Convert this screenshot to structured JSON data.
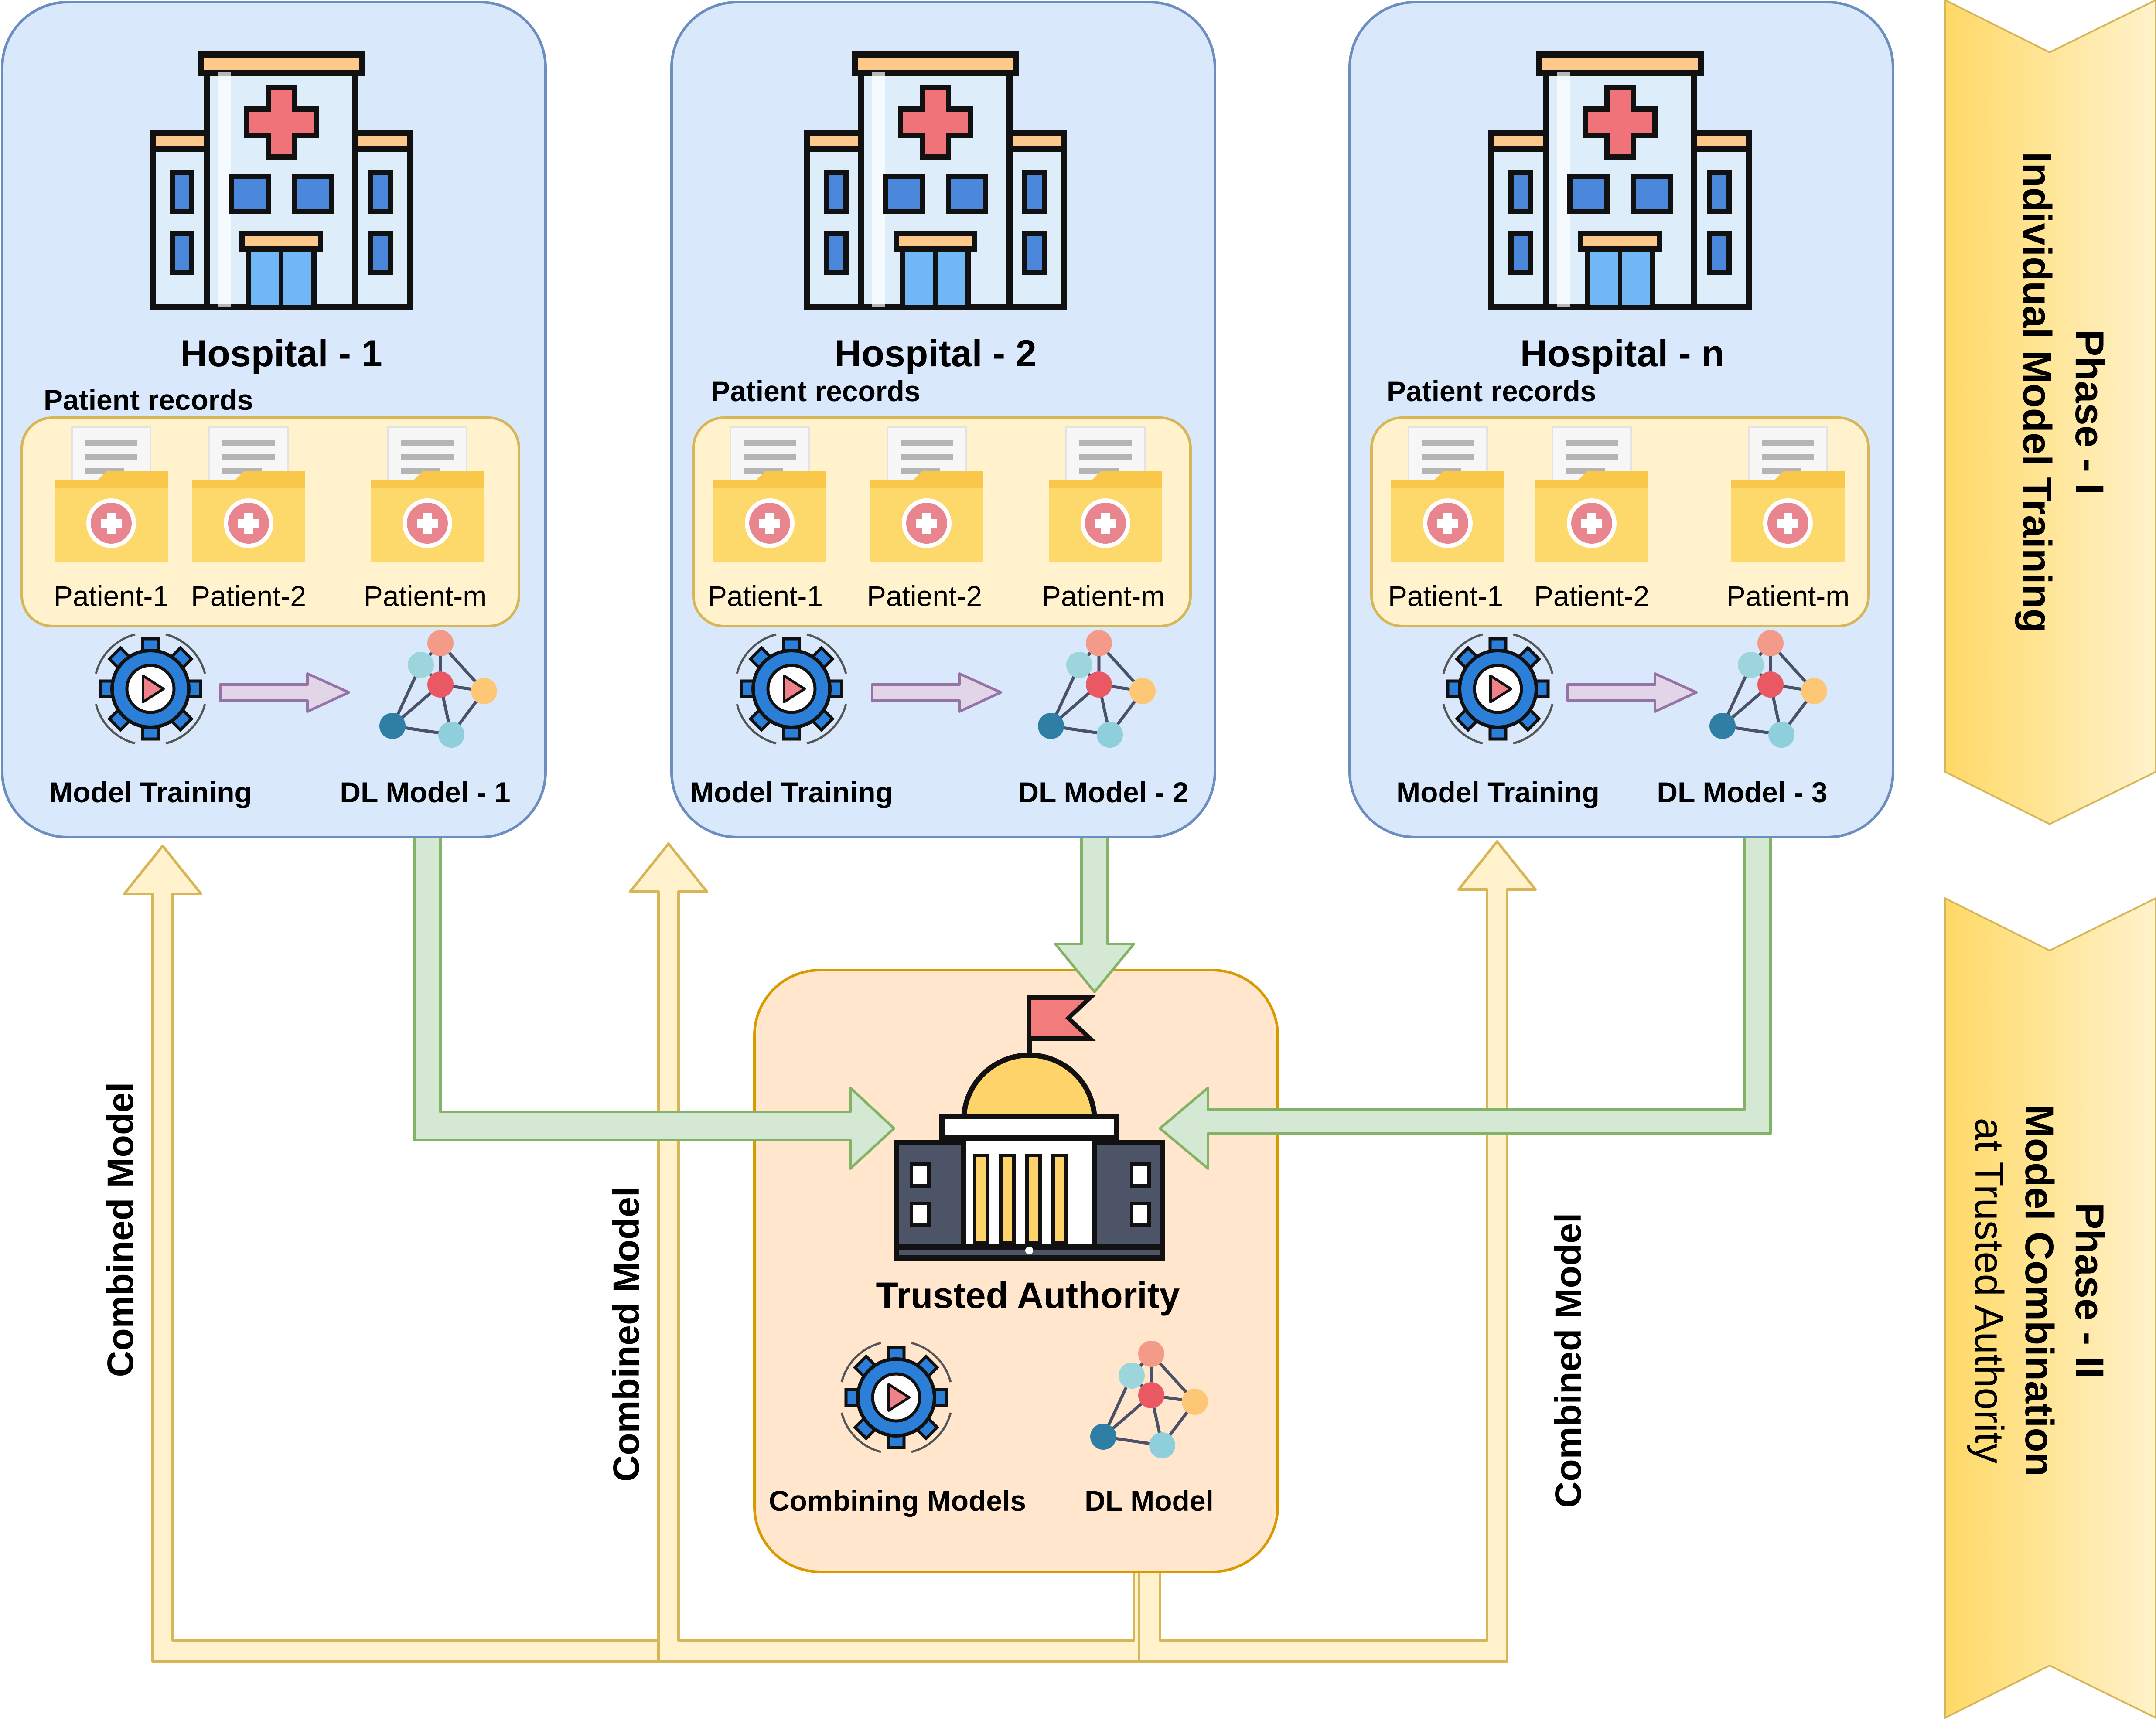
{
  "hospitals": [
    {
      "title": "Hospital - 1",
      "records_label": "Patient records",
      "patients": [
        "Patient-1",
        "Patient-2",
        "Patient-m"
      ],
      "training_label": "Model Training",
      "model_label": "DL Model - 1"
    },
    {
      "title": "Hospital - 2",
      "records_label": "Patient records",
      "patients": [
        "Patient-1",
        "Patient-2",
        "Patient-m"
      ],
      "training_label": "Model Training",
      "model_label": "DL Model - 2"
    },
    {
      "title": "Hospital - n",
      "records_label": "Patient records",
      "patients": [
        "Patient-1",
        "Patient-2",
        "Patient-m"
      ],
      "training_label": "Model Training",
      "model_label": "DL Model - 3"
    }
  ],
  "authority": {
    "title": "Trusted Authority",
    "combining_label": "Combining Models",
    "model_label": "DL Model"
  },
  "combined_model_labels": [
    "Combined Model",
    "Combined Model",
    "Combined Model"
  ],
  "phases": {
    "phase1": {
      "line1": "Phase - I",
      "line2": "Individual Model Training"
    },
    "phase2": {
      "line1": "Phase - II",
      "line2": "Model Combination",
      "line3": "at Trusted Authority"
    }
  },
  "colors": {
    "hospital_box_fill": "#dae8fc",
    "hospital_box_stroke": "#6c8ebf",
    "records_box_fill": "#fff2cc",
    "records_box_stroke": "#d6b656",
    "authority_box_fill": "#ffe6cc",
    "authority_box_stroke": "#d79b00",
    "green_arrow_fill": "#d5e8d4",
    "green_arrow_stroke": "#82b366",
    "yellow_arrow_fill": "#fff2cc",
    "yellow_arrow_stroke": "#d6b656",
    "phase_gold": "#ffd966",
    "phase_light": "#fff2cc"
  },
  "icons": {
    "hospital": "hospital-building-icon",
    "folder": "medical-folder-icon",
    "training": "gear-play-icon",
    "model": "neural-network-icon",
    "authority": "government-building-icon"
  }
}
